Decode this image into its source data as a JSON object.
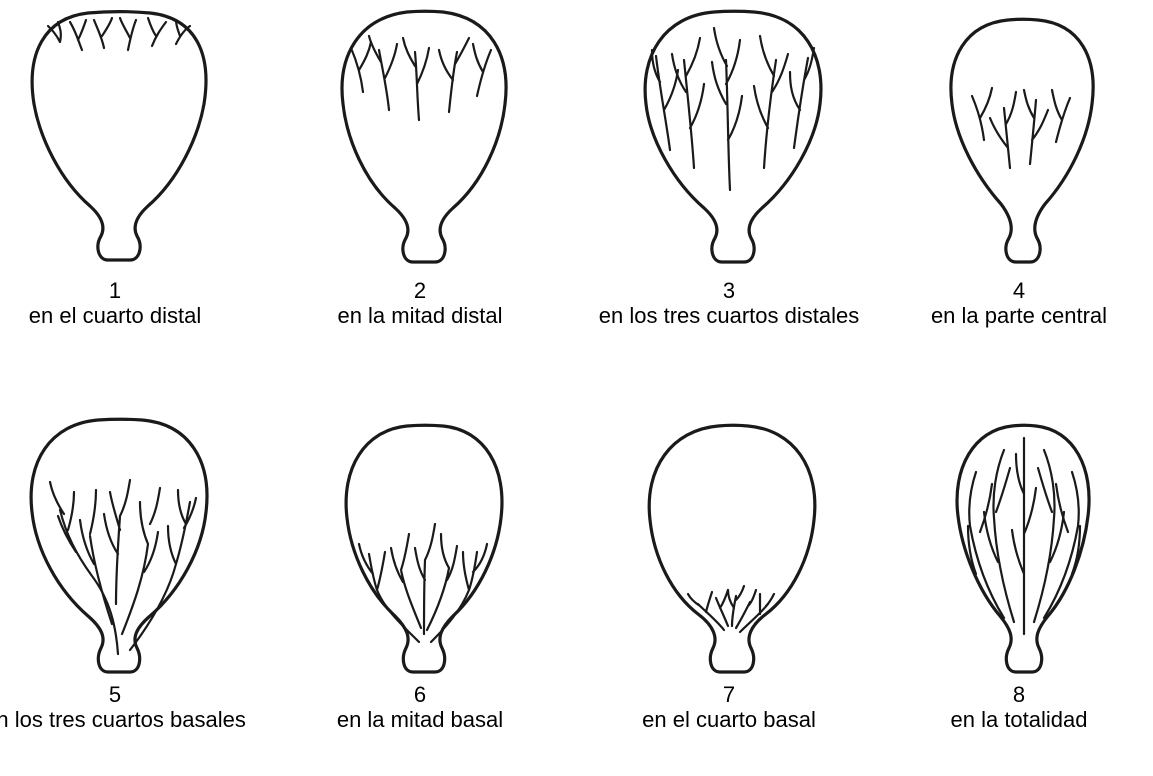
{
  "items": [
    {
      "number": "1",
      "label": "en el cuarto distal"
    },
    {
      "number": "2",
      "label": "en la mitad distal"
    },
    {
      "number": "3",
      "label": "en los tres cuartos distales"
    },
    {
      "number": "4",
      "label": "en la parte central"
    },
    {
      "number": "5",
      "label": "en los tres cuartos basales"
    },
    {
      "number": "6",
      "label": "en la mitad basal"
    },
    {
      "number": "7",
      "label": "en el cuarto basal"
    },
    {
      "number": "8",
      "label": "en la totalidad"
    }
  ]
}
